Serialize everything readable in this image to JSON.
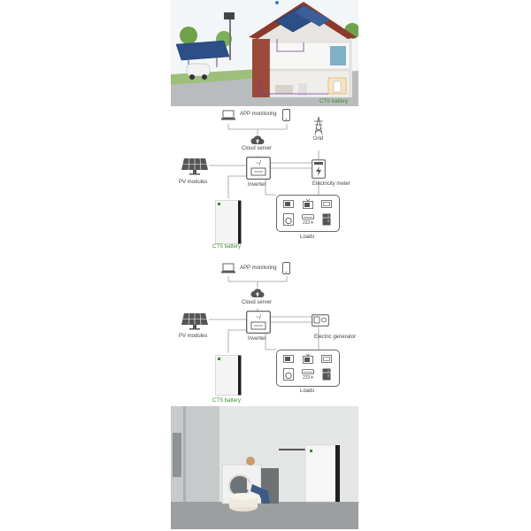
{
  "colors": {
    "line": "#9a9a9a",
    "icon": "#555555",
    "battery_accent": "#3a8a2a",
    "battery_dark": "#1f1f1f"
  },
  "house_panel": {
    "battery_label": "CTS battery"
  },
  "diagram_grid": {
    "app_monitoring": "APP monitoring",
    "cloud_server": "Cloud server",
    "grid": "Grid",
    "pv_modules": "PV modules",
    "inverter": "Inverter",
    "electricity_meter": "Electricity meter",
    "battery": "CTS battery",
    "loads": "Loads",
    "load_small_text": "222✳"
  },
  "diagram_generator": {
    "app_monitoring": "APP monitoring",
    "cloud_server": "Cloud server",
    "pv_modules": "PV modules",
    "inverter": "Inverter",
    "electric_generator": "Electric generator",
    "battery": "CTS battery",
    "loads": "Loads",
    "load_small_text": "222✳"
  }
}
